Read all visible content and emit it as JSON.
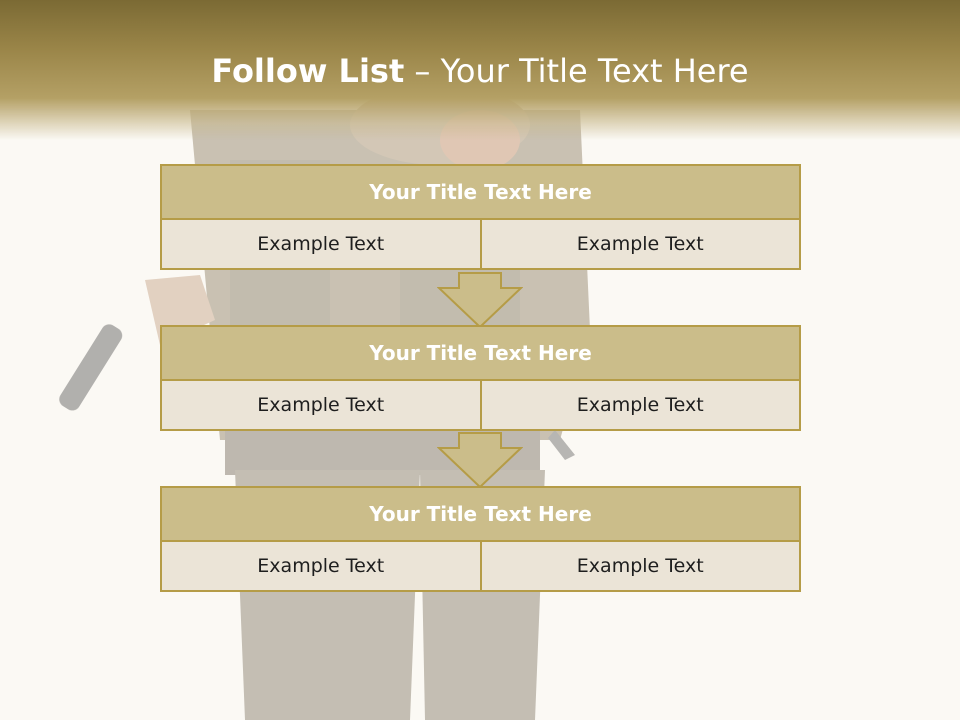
{
  "title": {
    "bold": "Follow List",
    "rest": "– Your Title Text Here"
  },
  "blocks": [
    {
      "title": "Your Title Text Here",
      "left": "Example Text",
      "right": "Example Text"
    },
    {
      "title": "Your Title Text Here",
      "left": "Example Text",
      "right": "Example Text"
    },
    {
      "title": "Your Title Text Here",
      "left": "Example Text",
      "right": "Example Text"
    }
  ],
  "colors": {
    "header": "#9a8548",
    "block_title_bg": "#cbbd8a",
    "block_border": "#b59c47",
    "cell_bg": "#ebe4d7",
    "background": "#fbf9f4"
  }
}
